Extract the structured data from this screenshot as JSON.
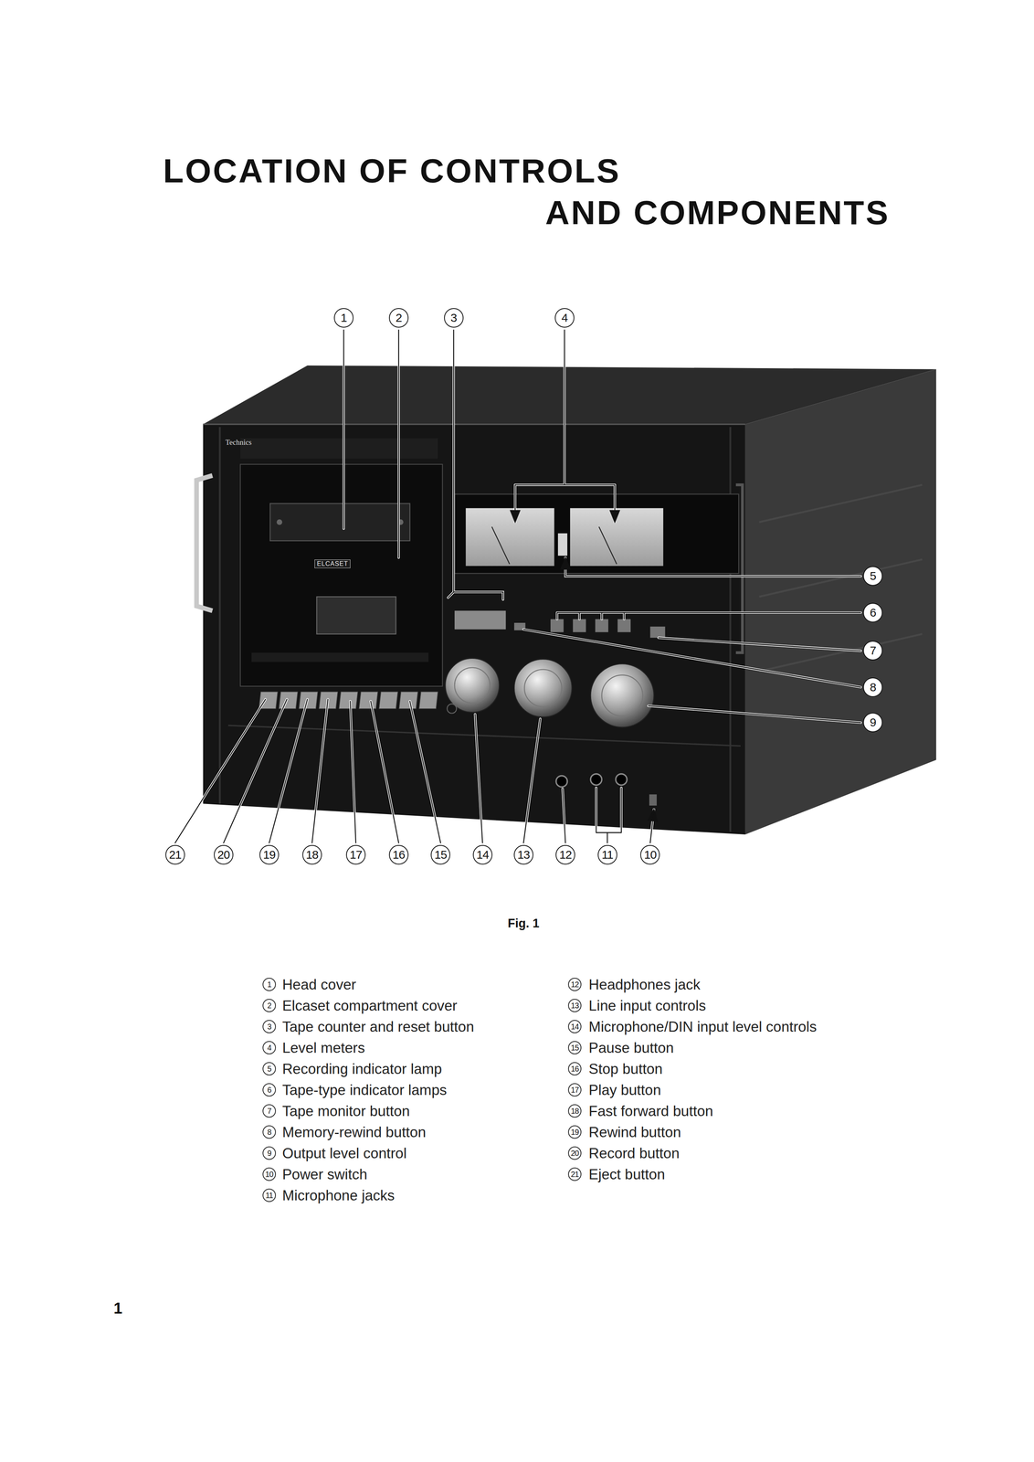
{
  "diagram": {
    "title": "LOCATION OF CONTROLS AND COMPONENTS",
    "caption": "Fig. 1",
    "labels": [
      "Technics",
      "ELCASET",
      "1",
      "2",
      "3",
      "4",
      "5",
      "6",
      "7",
      "8",
      "9",
      "10",
      "11",
      "12",
      "13",
      "14",
      "15",
      "16",
      "17",
      "18",
      "19",
      "20",
      "21",
      "1",
      "Head cover",
      "2",
      "Elcaset compartment cover",
      "3",
      "Tape counter and reset button",
      "4",
      "Level meters",
      "5",
      "Recording indicator lamp",
      "6",
      "Tape-type indicator lamps",
      "7",
      "Tape monitor button",
      "8",
      "Memory-rewind button",
      "9",
      "Output level control",
      "10",
      "Power switch",
      "11",
      "Microphone jacks",
      "12",
      "Headphones jack",
      "13",
      "Line input controls",
      "14",
      "Microphone/DIN input level controls",
      "15",
      "Pause button",
      "16",
      "Stop button",
      "17",
      "Play button",
      "18",
      "Fast forward button",
      "19",
      "Rewind button",
      "20",
      "Record button",
      "21",
      "Eject button",
      "1"
    ]
  }
}
